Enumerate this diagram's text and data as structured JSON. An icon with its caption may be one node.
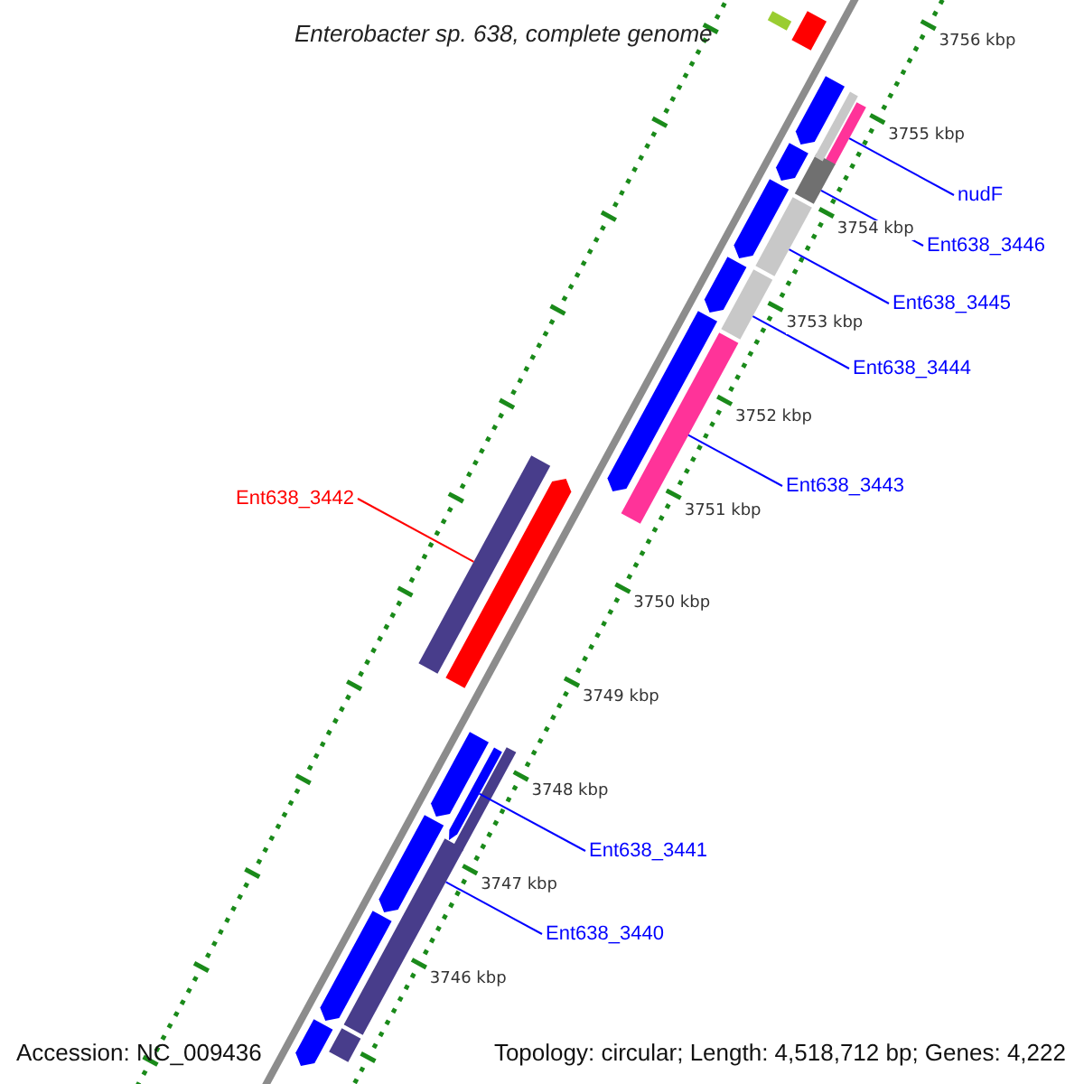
{
  "diagram": {
    "title": "Enterobacter sp. 638, complete genome",
    "nodes": [
      {
        "text": [
          "nudF"
        ]
      },
      {
        "text": [],
        "shape": "bar"
      },
      {
        "text": [
          "Ent638_3446"
        ]
      },
      {
        "text": [],
        "shape": "bar"
      },
      {
        "text": [
          "Ent638_3445"
        ]
      },
      {
        "text": [],
        "shape": "bar"
      },
      {
        "text": [
          "Ent638_3444"
        ]
      },
      {
        "text": [],
        "shape": "bar"
      },
      {
        "text": [
          "Ent638_3443"
        ]
      },
      {
        "text": [],
        "shape": "bar"
      },
      {
        "text": [
          "Ent638_3442"
        ]
      },
      {
        "text": [],
        "shape": "bar"
      },
      {
        "text": [
          "Ent638_3441"
        ]
      },
      {
        "text": [],
        "shape": "bar"
      },
      {
        "text": [
          "Ent638_3440"
        ]
      },
      {
        "text": [],
        "shape": "bar"
      },
      {
        "text": [],
        "shape": "bar"
      },
      {
        "text": [],
        "shape": "bar"
      },
      {
        "text": [],
        "shape": "bar"
      },
      {
        "text": [],
        "shape": "bar"
      },
      {
        "text": [],
        "shape": "bar"
      },
      {
        "text": [],
        "shape": "bar"
      },
      {
        "text": [],
        "shape": "bar"
      },
      {
        "text": [],
        "shape": "bar"
      },
      {
        "text": [],
        "shape": "bar"
      },
      {
        "text": [],
        "shape": "bar"
      },
      {
        "text": [],
        "shape": "bar"
      },
      {
        "text": [],
        "shape": "bar"
      },
      {
        "text": [],
        "shape": "bar"
      },
      {
        "text": [],
        "shape": "bar"
      },
      {
        "text": [],
        "shape": "bar"
      }
    ],
    "edges": [
      {
        "from": 0,
        "to": 1,
        "arrow": "none"
      },
      {
        "from": 2,
        "to": 3,
        "arrow": "none"
      },
      {
        "from": 4,
        "to": 5,
        "arrow": "none"
      },
      {
        "from": 6,
        "to": 7,
        "arrow": "none"
      },
      {
        "from": 8,
        "to": 9,
        "arrow": "none"
      },
      {
        "from": 10,
        "to": 11,
        "arrow": "none",
        "color": "#ff0000"
      },
      {
        "from": 12,
        "to": 13,
        "arrow": "none"
      },
      {
        "from": 14,
        "to": 15,
        "arrow": "none"
      }
    ],
    "labels": [
      "3756 kbp",
      "3755 kbp",
      "3754 kbp",
      "3753 kbp",
      "3752 kbp",
      "3751 kbp",
      "3750 kbp",
      "3749 kbp",
      "3748 kbp",
      "3747 kbp",
      "3746 kbp",
      "Accession: NC_009436",
      "Topology: circular; Length: 4,518,712 bp; Genes: 4,222"
    ]
  }
}
